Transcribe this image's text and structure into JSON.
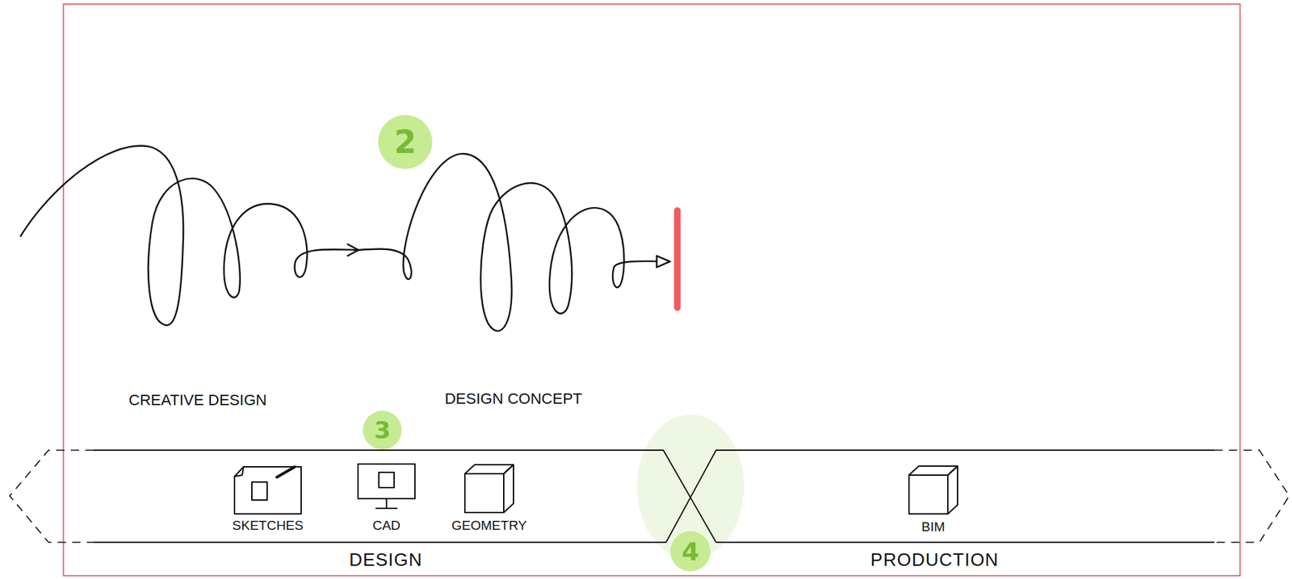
{
  "diagram": {
    "nodes": [
      {
        "text": [
          "DESIGN"
        ]
      },
      {
        "text": [
          "SKETCHES"
        ],
        "in": 0
      },
      {
        "text": [
          "CAD"
        ],
        "in": 0
      },
      {
        "text": [
          "GEOMETRY"
        ],
        "in": 0
      },
      {
        "text": [
          "PRODUCTION"
        ]
      },
      {
        "text": [
          "BIM"
        ],
        "in": 4
      }
    ],
    "labels": [
      "2",
      "CREATIVE DESIGN",
      "DESIGN CONCEPT",
      "3",
      "4"
    ]
  }
}
